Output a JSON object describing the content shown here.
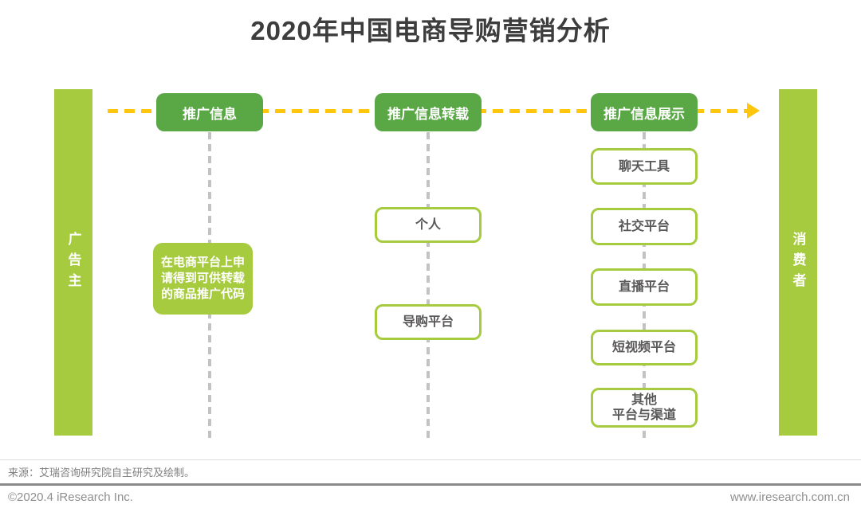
{
  "title": "2020年中国电商导购营销分析",
  "sides": {
    "left_label": "广告主",
    "right_label": "消费者"
  },
  "stages": [
    {
      "header": "推广信息",
      "items": [
        {
          "label": "在电商平台上申请得到可供转载的商品推广代码",
          "style": "filled-green"
        }
      ]
    },
    {
      "header": "推广信息转载",
      "items": [
        {
          "label": "个人"
        },
        {
          "label": "导购平台"
        }
      ]
    },
    {
      "header": "推广信息展示",
      "items": [
        {
          "label": "聊天工具"
        },
        {
          "label": "社交平台"
        },
        {
          "label": "直播平台"
        },
        {
          "label": "短视频平台"
        },
        {
          "label": "其他\n平台与渠道"
        }
      ]
    }
  ],
  "footer": {
    "source": "来源：艾瑞咨询研究院自主研究及绘制。",
    "copyright": "©2020.4 iResearch Inc.",
    "website": "www.iresearch.com.cn"
  },
  "colors": {
    "light_green": "#a6cb3f",
    "dark_green": "#5aa845",
    "arrow_yellow": "#ffc60d",
    "dash_gray": "#c2c2c2",
    "title_text": "#3d3d3d",
    "item_text": "#595757"
  }
}
